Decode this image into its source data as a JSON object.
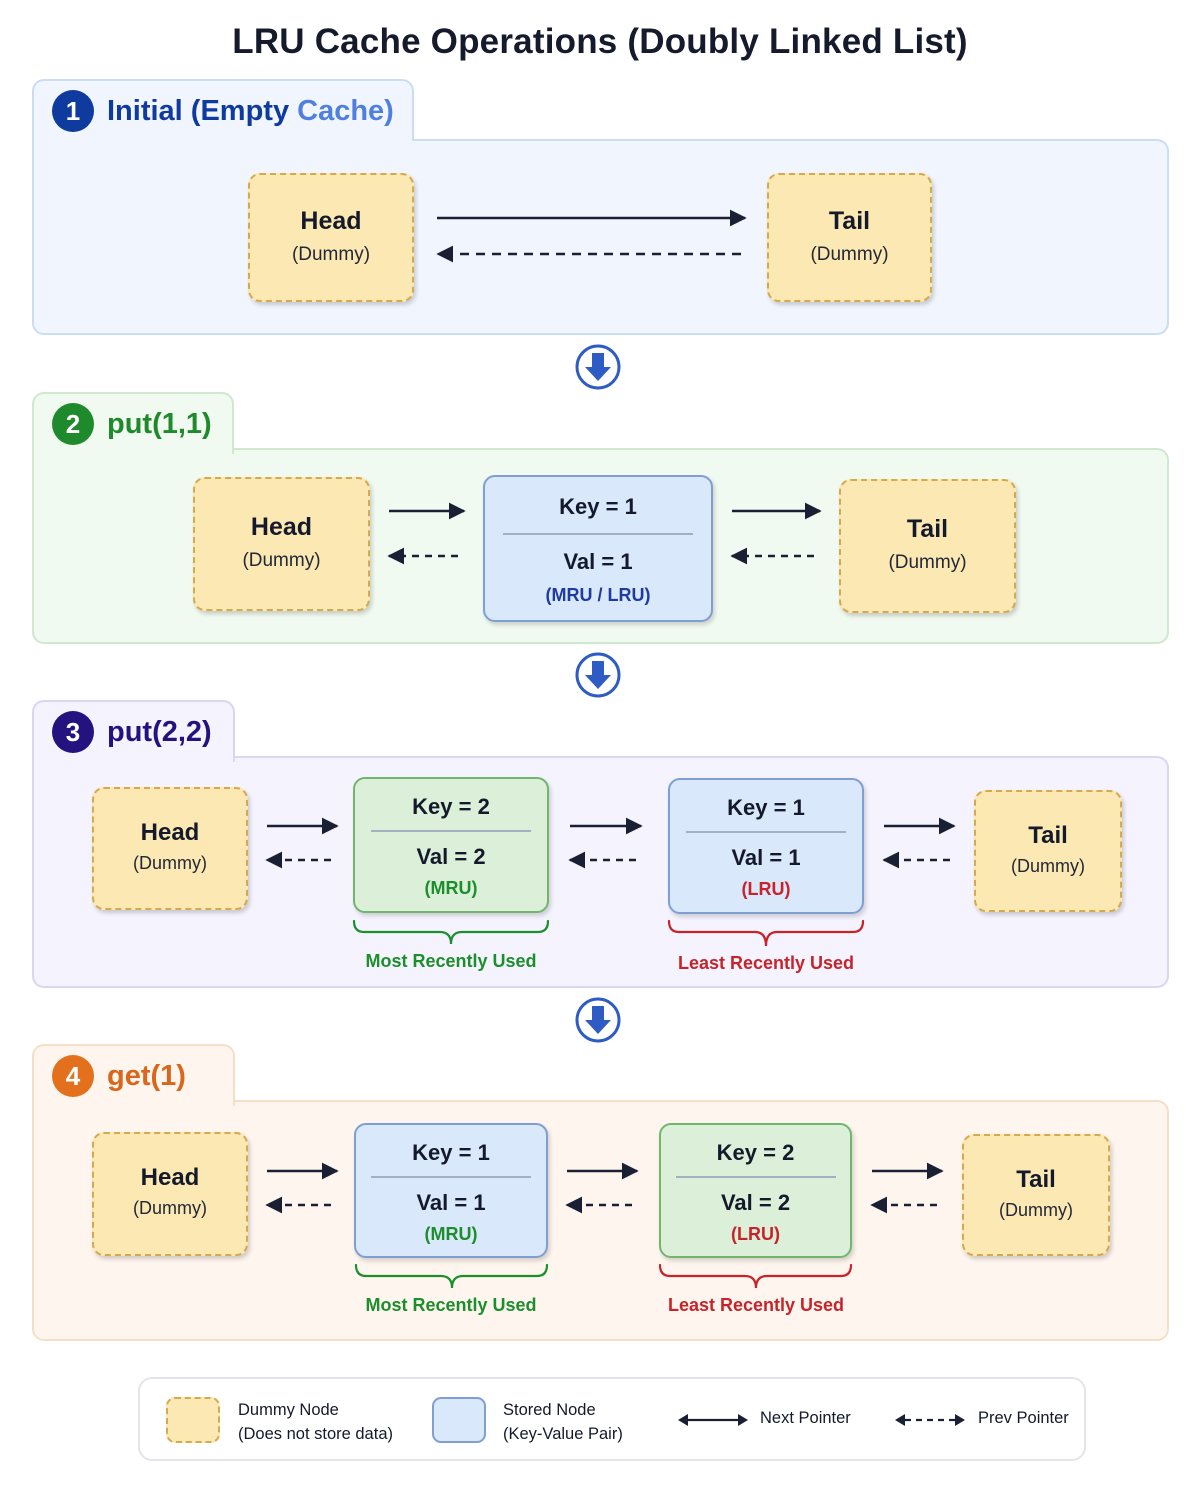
{
  "title": "LRU Cache Operations (Doubly Linked List)",
  "colors": {
    "stage1": "#0f3a9e",
    "stage2": "#1f8a2c",
    "stage3": "#24137f",
    "stage4": "#e3701d",
    "dummy_fill": "#fbe8b2",
    "stored_blue": "#dae8fb",
    "stored_green": "#dcf0d9",
    "mru_label": "#1c8f2c",
    "lru_label": "#c8232a"
  },
  "stages": [
    {
      "number": "1",
      "title_main": "Initial (Empty ",
      "title_accent": "Cache)",
      "head": {
        "name": "Head",
        "sub": "(Dummy)"
      },
      "tail": {
        "name": "Tail",
        "sub": "(Dummy)"
      }
    },
    {
      "number": "2",
      "title": "put(1,1)",
      "head": {
        "name": "Head",
        "sub": "(Dummy)"
      },
      "nodes": [
        {
          "key": "Key = 1",
          "val": "Val = 1",
          "tag": "(MRU / LRU)"
        }
      ],
      "tail": {
        "name": "Tail",
        "sub": "(Dummy)"
      }
    },
    {
      "number": "3",
      "title": "put(2,2)",
      "head": {
        "name": "Head",
        "sub": "(Dummy)"
      },
      "nodes": [
        {
          "key": "Key = 2",
          "val": "Val = 2",
          "tag": "(MRU)"
        },
        {
          "key": "Key = 1",
          "val": "Val = 1",
          "tag": "(LRU)"
        }
      ],
      "tail": {
        "name": "Tail",
        "sub": "(Dummy)"
      },
      "mru_label": "Most Recently Used",
      "lru_label": "Least Recently Used"
    },
    {
      "number": "4",
      "title": "get(1)",
      "head": {
        "name": "Head",
        "sub": "(Dummy)"
      },
      "nodes": [
        {
          "key": "Key = 1",
          "val": "Val = 1",
          "tag": "(MRU)"
        },
        {
          "key": "Key = 2",
          "val": "Val = 2",
          "tag": "(LRU)"
        }
      ],
      "tail": {
        "name": "Tail",
        "sub": "(Dummy)"
      },
      "mru_label": "Most Recently Used",
      "lru_label": "Least Recently Used"
    }
  ],
  "legend": {
    "dummy_line1": "Dummy Node",
    "dummy_line2": "(Does not store data)",
    "stored_line1": "Stored Node",
    "stored_line2": "(Key-Value Pair)",
    "next": "Next Pointer",
    "prev": "Prev Pointer"
  }
}
